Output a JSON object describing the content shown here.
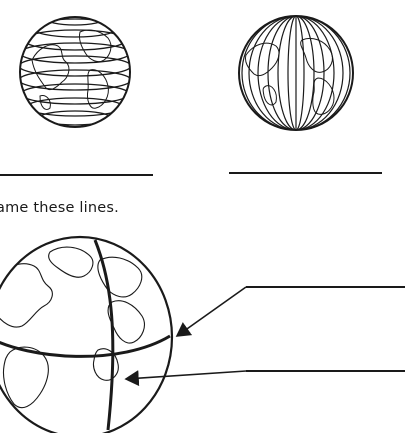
{
  "worksheet": {
    "instruction": "ame these lines.",
    "globes": [
      {
        "name": "latitude-globe",
        "line_type": "latitude",
        "answer": ""
      },
      {
        "name": "longitude-globe",
        "line_type": "longitude",
        "answer": ""
      }
    ],
    "labeled_globe": {
      "pointers": [
        {
          "name": "prime-meridian-pointer",
          "answer": ""
        },
        {
          "name": "equator-pointer",
          "answer": ""
        }
      ]
    },
    "colors": {
      "ink": "#1a1a1a",
      "paper": "#ffffff"
    }
  }
}
